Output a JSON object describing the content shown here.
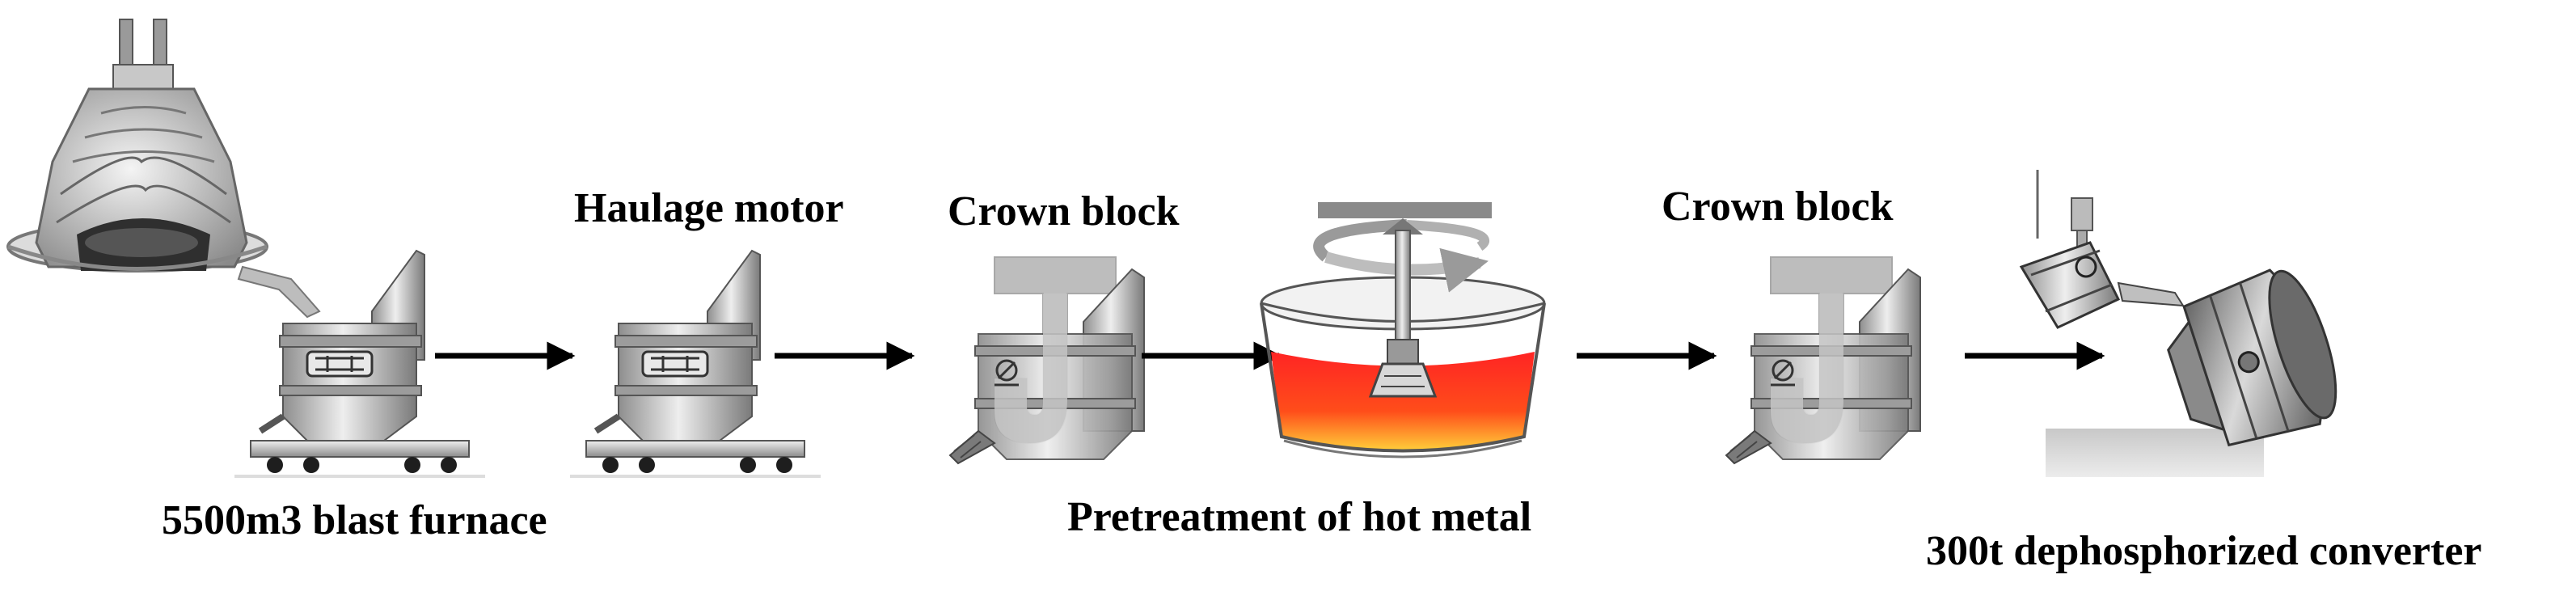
{
  "labels": {
    "blast_furnace": "5500m3 blast furnace",
    "haulage_motor": "Haulage motor",
    "crown_block_1": "Crown block",
    "pretreatment": "Pretreatment of hot metal",
    "crown_block_2": "Crown block",
    "converter": "300t dephosphorized converter"
  },
  "colors": {
    "equipment_light": "#e2e2e2",
    "equipment_mid": "#a8a8a8",
    "equipment_dark": "#5a5a5a",
    "outline": "#4a4a4a",
    "hot_metal_top": "#ff2a2a",
    "hot_metal_bottom": "#ffcc33",
    "arrow": "#000000"
  },
  "icons": [
    "blast-furnace-icon",
    "torpedo-car-icon",
    "ladle-icon",
    "stirrer-icon",
    "crown-block-icon",
    "converter-icon",
    "arrow-icon"
  ]
}
